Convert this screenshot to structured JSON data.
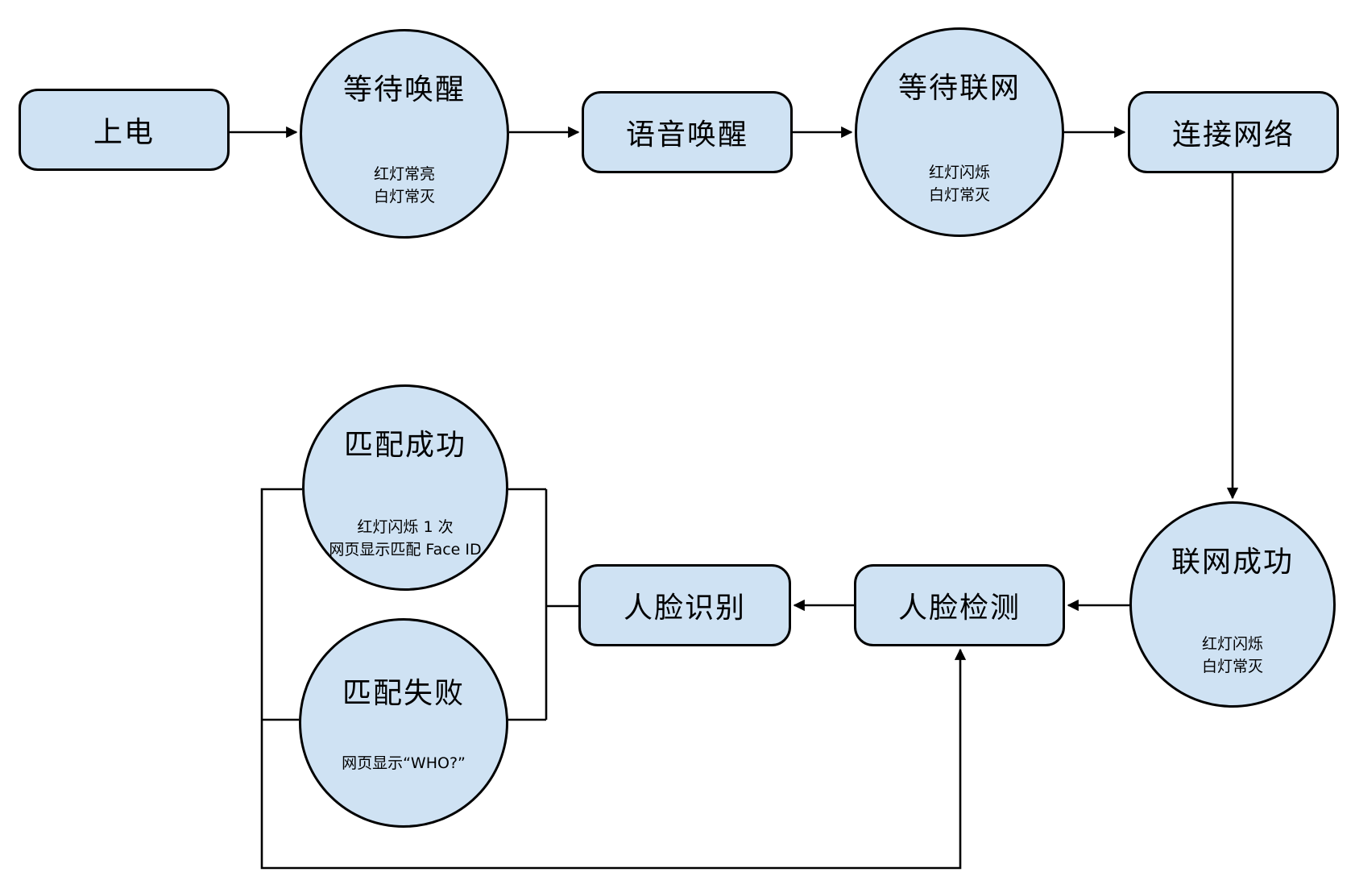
{
  "diagram": {
    "type": "flowchart",
    "description_lang": "zh-CN"
  },
  "style": {
    "page_bg": "#ffffff",
    "node_fill": "#cfe2f3",
    "node_border": "#000000",
    "line_color": "#000000",
    "text_color": "#000000"
  },
  "nodes": {
    "power_on": {
      "shape": "rounded-rect",
      "label": "上电"
    },
    "wait_wake": {
      "shape": "circle",
      "title": "等待唤醒",
      "subtext": [
        "红灯常亮",
        "白灯常灭"
      ]
    },
    "voice_wake": {
      "shape": "rounded-rect",
      "label": "语音唤醒"
    },
    "wait_network": {
      "shape": "circle",
      "title": "等待联网",
      "subtext": [
        "红灯闪烁",
        "白灯常灭"
      ]
    },
    "connect_network": {
      "shape": "rounded-rect",
      "label": "连接网络"
    },
    "network_success": {
      "shape": "circle",
      "title": "联网成功",
      "subtext": [
        "红灯闪烁",
        "白灯常灭"
      ]
    },
    "face_detect": {
      "shape": "rounded-rect",
      "label": "人脸检测"
    },
    "face_recognize": {
      "shape": "rounded-rect",
      "label": "人脸识别"
    },
    "match_success": {
      "shape": "circle",
      "title": "匹配成功",
      "subtext": [
        "红灯闪烁 1 次",
        "网页显示匹配 Face ID"
      ]
    },
    "match_fail": {
      "shape": "circle",
      "title": "匹配失败",
      "subtext": [
        "网页显示“WHO?”"
      ]
    }
  },
  "edges": [
    {
      "from": "power_on",
      "to": "wait_wake",
      "style": "arrow"
    },
    {
      "from": "wait_wake",
      "to": "voice_wake",
      "style": "arrow"
    },
    {
      "from": "voice_wake",
      "to": "wait_network",
      "style": "arrow"
    },
    {
      "from": "wait_network",
      "to": "connect_network",
      "style": "arrow"
    },
    {
      "from": "connect_network",
      "to": "network_success",
      "style": "arrow"
    },
    {
      "from": "network_success",
      "to": "face_detect",
      "style": "arrow"
    },
    {
      "from": "face_detect",
      "to": "face_recognize",
      "style": "arrow"
    },
    {
      "from": "face_recognize",
      "to": "match_success",
      "style": "plain-bracket"
    },
    {
      "from": "face_recognize",
      "to": "match_fail",
      "style": "plain-bracket"
    },
    {
      "from": "match_success",
      "to": "face_detect",
      "style": "loop-arrow"
    },
    {
      "from": "match_fail",
      "to": "face_detect",
      "style": "loop-arrow"
    }
  ]
}
